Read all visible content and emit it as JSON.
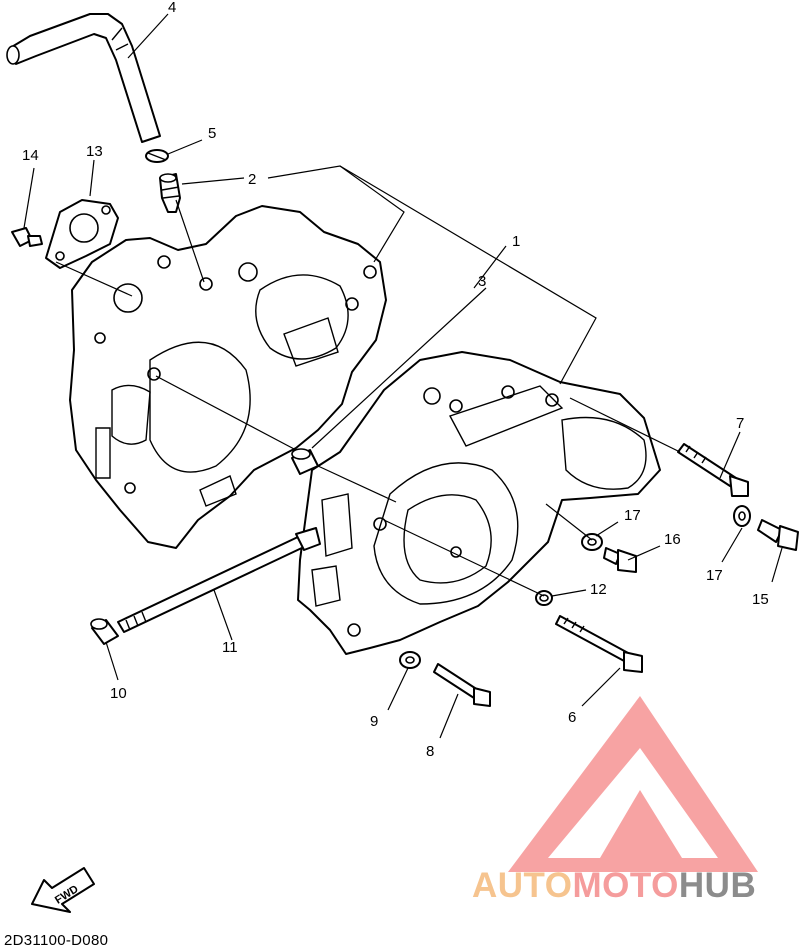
{
  "diagram": {
    "callouts": [
      "1",
      "2",
      "3",
      "4",
      "5",
      "6",
      "7",
      "8",
      "9",
      "10",
      "11",
      "12",
      "13",
      "14",
      "15",
      "16",
      "17"
    ],
    "direction_label": "FWD",
    "catalog_code": "2D31100-D080"
  },
  "watermark": {
    "part1": "AUTO",
    "part2": "MOTO",
    "part3": "HUB",
    "colors": {
      "auto": "#f6c48f",
      "moto": "#f59c9c",
      "hub": "#8c8c8c"
    }
  }
}
